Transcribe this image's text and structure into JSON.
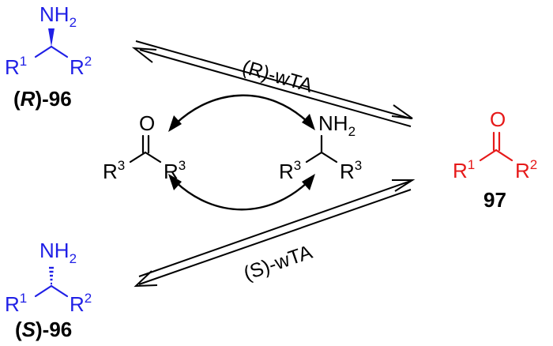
{
  "colors": {
    "amine": "#1f1fe6",
    "ketone": "#e61919",
    "black": "#000000"
  },
  "compounds": {
    "r_amine": {
      "nh": "NH",
      "nh_sub": "2",
      "r_left": "R",
      "r_left_sup": "1",
      "r_right": "R",
      "r_right_sup": "2",
      "label_open": "(",
      "label_config": "R",
      "label_close": ")-96"
    },
    "s_amine": {
      "nh": "NH",
      "nh_sub": "2",
      "r_left": "R",
      "r_left_sup": "1",
      "r_right": "R",
      "r_right_sup": "2",
      "label_open": "(",
      "label_config": "S",
      "label_close": ")-96"
    },
    "product": {
      "o": "O",
      "r_left": "R",
      "r_left_sup": "1",
      "r_right": "R",
      "r_right_sup": "2",
      "label": "97"
    },
    "cosub_ketone": {
      "o": "O",
      "r_left": "R",
      "r_left_sup": "3",
      "r_right": "R",
      "r_right_sup": "3"
    },
    "cosub_amine": {
      "nh": "NH",
      "nh_sub": "2",
      "r_left": "R",
      "r_left_sup": "3",
      "r_right": "R",
      "r_right_sup": "3"
    }
  },
  "enzymes": {
    "top": "(R)-wTA",
    "bottom": "(S)-wTA"
  }
}
